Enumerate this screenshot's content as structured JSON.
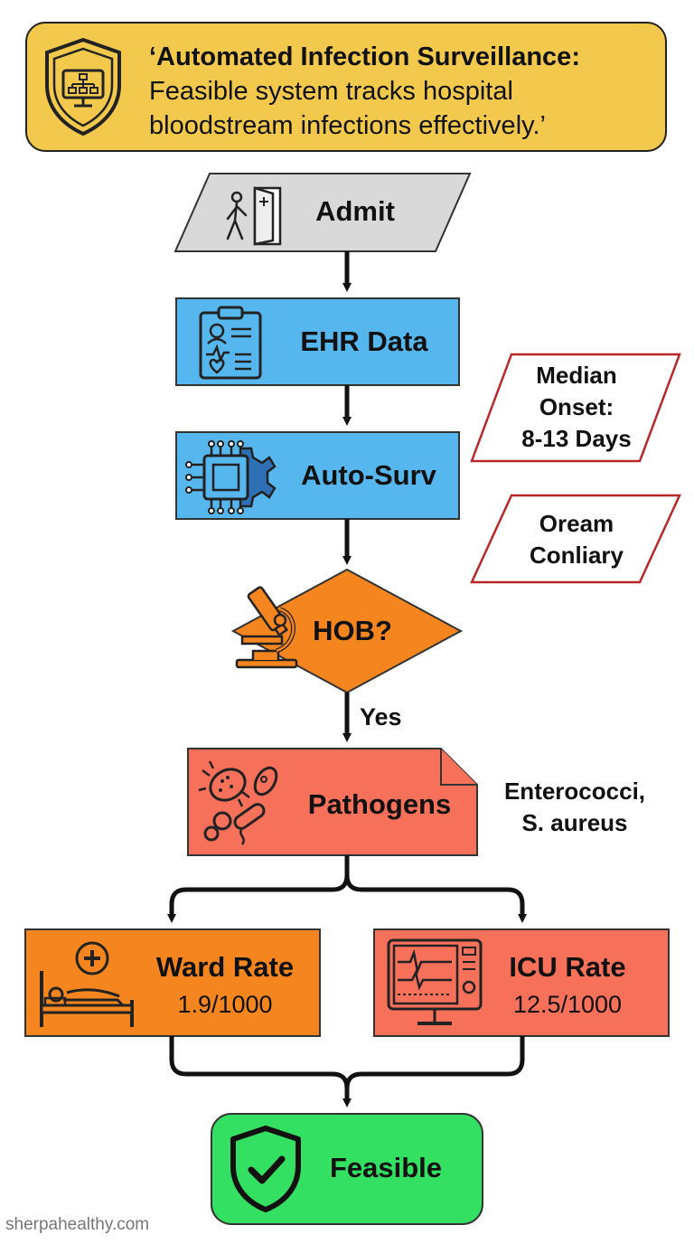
{
  "header": {
    "title_line1": "‘Automated Infection Surveillance:",
    "title_line2": "Feasible system tracks hospital",
    "title_line3": "bloodstream infections effectively.’",
    "icon": "shield-monitor-network-icon"
  },
  "nodes": {
    "admit": {
      "label": "Admit",
      "icon": "patient-door-icon"
    },
    "ehr": {
      "label": "EHR Data",
      "icon": "clipboard-health-record-icon"
    },
    "auto_surv": {
      "label": "Auto-Surv",
      "icon": "chip-gear-icon"
    },
    "hob": {
      "label": "HOB?",
      "icon": "microscope-icon"
    },
    "yes_edge": {
      "label": "Yes"
    },
    "pathogens": {
      "label": "Pathogens",
      "icon": "bacteria-icon"
    },
    "ward": {
      "label": "Ward Rate",
      "value": "1.9/1000",
      "icon": "hospital-bed-icon"
    },
    "icu": {
      "label": "ICU Rate",
      "value": "12.5/1000",
      "icon": "monitor-ecg-icon"
    },
    "feasible": {
      "label": "Feasible",
      "icon": "shield-check-icon"
    }
  },
  "notes": {
    "median_onset": {
      "line1": "Median",
      "line2": "Onset:",
      "line3": "8-13 Days"
    },
    "oream": {
      "line1": "Oream",
      "line2": "Conliary"
    },
    "pathogen_list": {
      "line1": "Enterococci,",
      "line2": "S. aureus"
    }
  },
  "footer": {
    "text": "sherpahealthy.com"
  },
  "colors": {
    "header_bg": "#f2c94c",
    "admit_bg": "#d9d9d9",
    "ehr_bg": "#56b7ee",
    "decision_bg": "#f5861f",
    "pathogens_bg": "#f7705a",
    "ward_bg": "#f5861f",
    "icu_bg": "#f7705a",
    "feasible_bg": "#33e061",
    "note_border": "#b8282a"
  }
}
